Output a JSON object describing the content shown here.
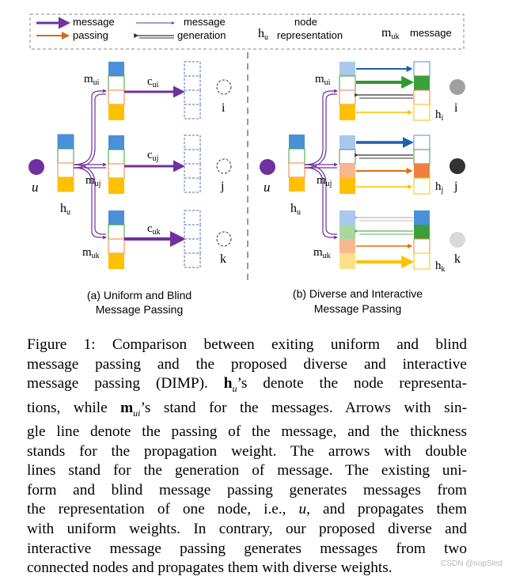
{
  "legend": {
    "passing_label_line1": "message",
    "passing_label_line2": "passing",
    "generation_label_line1": "message",
    "generation_label_line2": "generation",
    "node_symbol": "h",
    "node_symbol_sub": "u",
    "node_label_line1": "node",
    "node_label_line2": "representation",
    "message_symbol": "m",
    "message_symbol_sub": "uk",
    "message_label": "message"
  },
  "panel_a": {
    "caption_line1": "(a) Uniform and Blind",
    "caption_line2": "Message Passing",
    "source_node": "u",
    "source_rep": "h",
    "source_rep_sub": "u",
    "messages": [
      {
        "symbol": "m",
        "sub": "ui",
        "weight_symbol": "c",
        "weight_sub": "ui",
        "target": "i"
      },
      {
        "symbol": "m",
        "sub": "uj",
        "weight_symbol": "c",
        "weight_sub": "uj",
        "target": "j"
      },
      {
        "symbol": "m",
        "sub": "uk",
        "weight_symbol": "c",
        "weight_sub": "uk",
        "target": "k"
      }
    ]
  },
  "panel_b": {
    "caption_line1": "(b) Diverse and Interactive",
    "caption_line2": "Message Passing",
    "source_node": "u",
    "source_rep": "h",
    "source_rep_sub": "u",
    "messages": [
      {
        "symbol": "m",
        "sub": "ui",
        "target_rep": "h",
        "target_rep_sub": "i",
        "target": "i"
      },
      {
        "symbol": "m",
        "sub": "uj",
        "target_rep": "h",
        "target_rep_sub": "j",
        "target": "j"
      },
      {
        "symbol": "m",
        "sub": "uk",
        "target_rep": "h",
        "target_rep_sub": "k",
        "target": "k"
      }
    ]
  },
  "colors": {
    "passing_arrow": "#7030a0",
    "generation_arrow": "#404040",
    "cell_blue": "#4a90d9",
    "cell_blue_light": "#a9c8ec",
    "cell_green": "#3aa13a",
    "cell_green_light": "#a8d8a0",
    "cell_orange": "#f07f3c",
    "cell_orange_light": "#f8b88f",
    "cell_yellow": "#ffc000",
    "cell_yellow_light": "#ffe08a",
    "node_u": "#7030a0",
    "node_i": "#a0a0a0",
    "node_j": "#333333",
    "node_k": "#d9d9d9",
    "dashed_box": "#4f6fb0"
  },
  "caption_lines": [
    "Figure 1: Comparison between exiting uniform and blind",
    "message passing and the proposed diverse and interactive",
    "message passing (DIMP). h_u’s denote the node representa-",
    "tions, while m_ui’s stand for the messages. Arrows with sin-",
    "gle line denote the passing of the message, and the thickness",
    "stands for the propagation weight. The arrows with double",
    "lines stand for the generation of message. The existing uni-",
    "form and blind message passing generates messages from",
    "the representation of one node, i.e., u, and propagates them",
    "with uniform weights. In contrary, our proposed diverse and",
    "interactive message passing generates messages from two",
    "connected nodes and propagates them with diverse weights."
  ],
  "caption_parts": {
    "l3_a": "message passing (DIMP). ",
    "l3_sym": "h",
    "l3_sub": "u",
    "l3_b": "’s denote the node representa-",
    "l4_a": "tions, while ",
    "l4_sym": "m",
    "l4_sub": "ui",
    "l4_b": "’s stand for the messages. Arrows with sin-",
    "l9_a": "the representation of one node, i.e., ",
    "l9_var": "u",
    "l9_b": ", and propagates them"
  },
  "watermark": "CSDN @nopSled"
}
